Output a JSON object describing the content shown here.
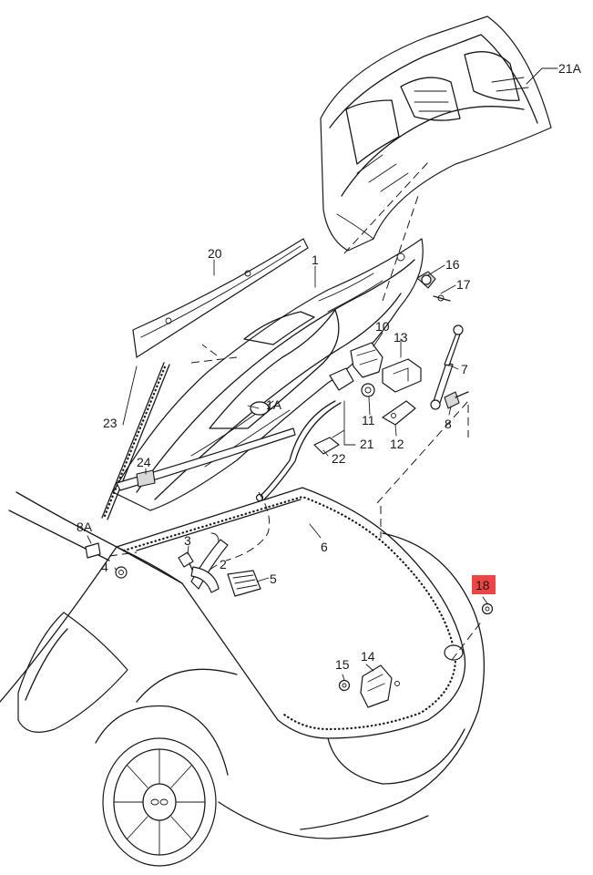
{
  "highlight_color": "#ee4444",
  "labels": {
    "l21a": "21A",
    "l20": "20",
    "l1": "1",
    "l16": "16",
    "l17": "17",
    "l10": "10",
    "l13": "13",
    "l7": "7",
    "l1a": "1A",
    "l11": "11",
    "l8": "8",
    "l12": "12",
    "l21": "21",
    "l22": "22",
    "l23": "23",
    "l24": "24",
    "l8a": "8A",
    "l3": "3",
    "l2": "2",
    "l4": "4",
    "l5": "5",
    "l6": "6",
    "l18": "18",
    "l15": "15",
    "l14": "14"
  }
}
